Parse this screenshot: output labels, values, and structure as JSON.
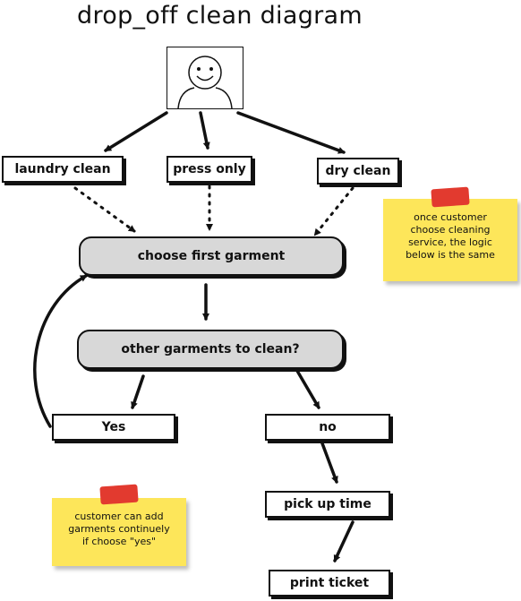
{
  "title": "drop_off clean diagram",
  "nodes": {
    "laundry_clean": "laundry clean",
    "press_only": "press only",
    "dry_clean": "dry clean",
    "choose_first_garment": "choose first garment",
    "other_garments": "other garments to clean?",
    "yes": "Yes",
    "no": "no",
    "pick_up_time": "pick up time",
    "print_ticket": "print ticket"
  },
  "notes": {
    "service_note": "once customer choose cleaning service, the logic below is the same",
    "add_garments_note": "customer can add garments continuely if choose \"yes\""
  },
  "colors": {
    "pill_fill": "#d8d8d8",
    "note_fill": "#fde65a",
    "tape": "#e23a2f",
    "stroke": "#111111"
  }
}
